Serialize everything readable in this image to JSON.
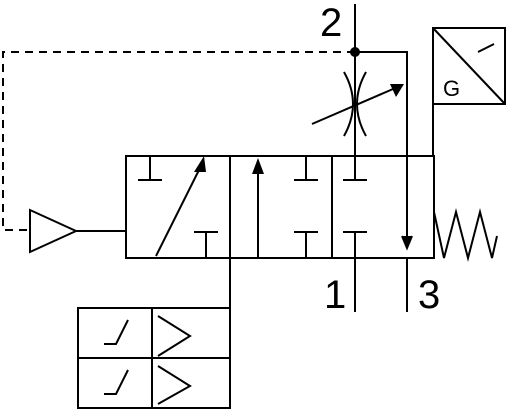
{
  "ports": {
    "port_2": "2",
    "port_1": "1",
    "port_3": "3"
  },
  "sensor": {
    "label": "G"
  },
  "colors": {
    "line": "#000000",
    "background": "#ffffff"
  }
}
